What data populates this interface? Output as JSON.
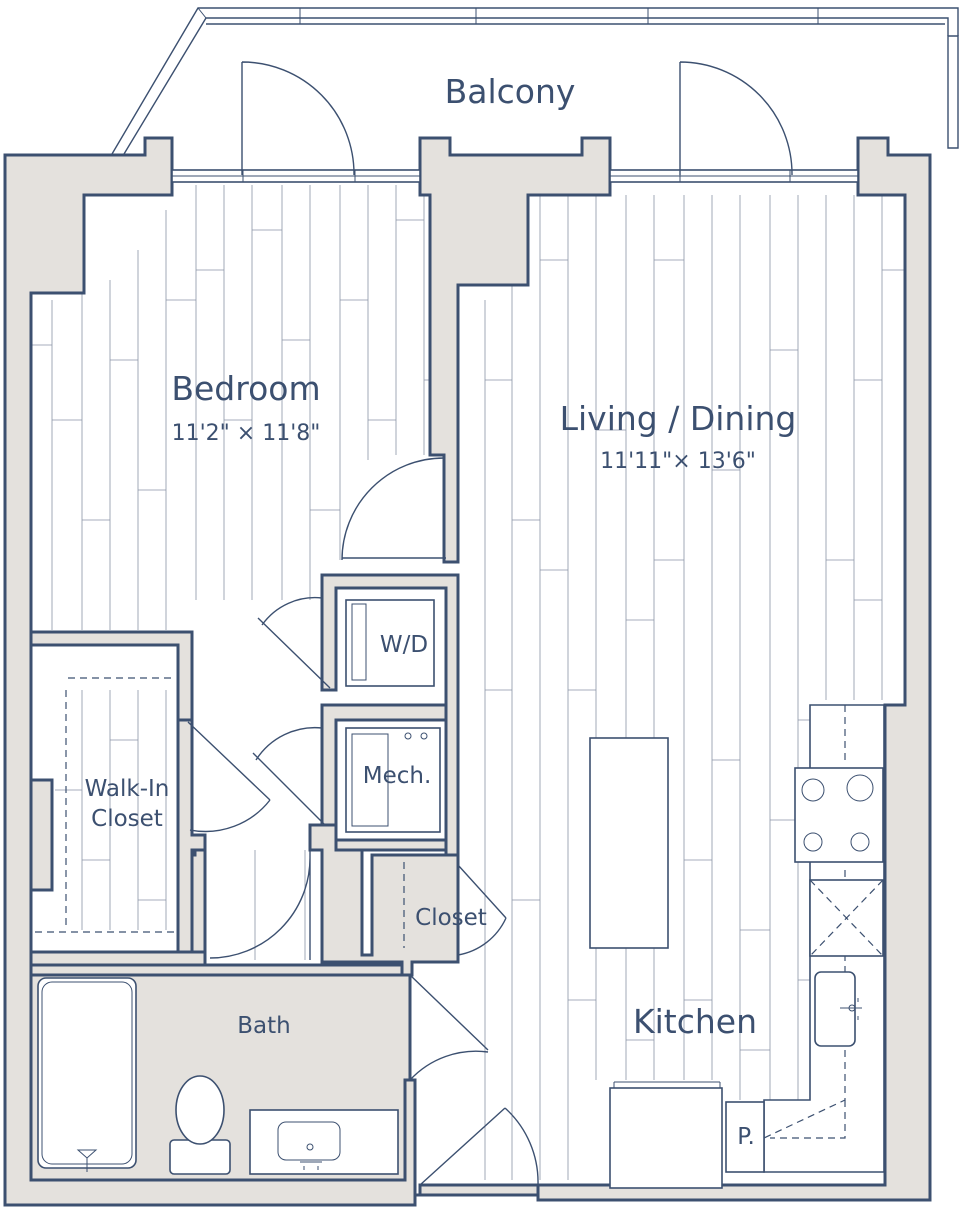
{
  "rooms": {
    "balcony": "Balcony",
    "bedroom": "Bedroom",
    "bedroom_dims": "11'2\" × 11'8\"",
    "living": "Living / Dining",
    "living_dims": "11'11\"× 13'6\"",
    "wd": "W/D",
    "mech": "Mech.",
    "walkin_1": "Walk-In",
    "walkin_2": "Closet",
    "closet": "Closet",
    "bath": "Bath",
    "kitchen": "Kitchen",
    "pantry": "P."
  },
  "colors": {
    "wall_fill": "#e4e1dd",
    "line": "#3c5070",
    "plank": "#8a94a6"
  }
}
